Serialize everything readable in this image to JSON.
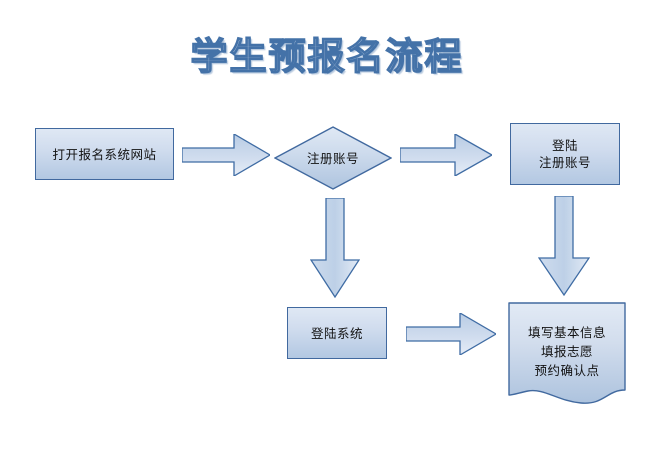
{
  "title": "学生预报名流程",
  "colors": {
    "shape_border": "#41699f",
    "shape_fill_top": "#dfe8f4",
    "shape_fill_bottom": "#b3c8e2",
    "arrow_border": "#3f6ca4",
    "arrow_fill_top": "#b9cce4",
    "arrow_fill_bottom": "#e2eaf5",
    "title_stroke": "#4472a8",
    "title_fill": "#c9d8ea",
    "text": "#111111",
    "background": "#ffffff"
  },
  "nodes": [
    {
      "id": "open-site",
      "shape": "rectangle",
      "label": "打开报名系统网站"
    },
    {
      "id": "register-account",
      "shape": "diamond",
      "label": "注册账号"
    },
    {
      "id": "login-register-account",
      "shape": "rectangle",
      "label": "登陆\n注册账号"
    },
    {
      "id": "login-system",
      "shape": "rectangle",
      "label": "登陆系统"
    },
    {
      "id": "fill-info",
      "shape": "document",
      "label": "填写基本信息\n填报志愿\n预约确认点"
    }
  ],
  "arrows": [
    {
      "id": "open-site-to-register",
      "direction": "right"
    },
    {
      "id": "register-to-login-register",
      "direction": "right"
    },
    {
      "id": "register-to-login-system",
      "direction": "down"
    },
    {
      "id": "login-register-to-fill-info",
      "direction": "down"
    },
    {
      "id": "login-system-to-fill-info",
      "direction": "right"
    }
  ]
}
